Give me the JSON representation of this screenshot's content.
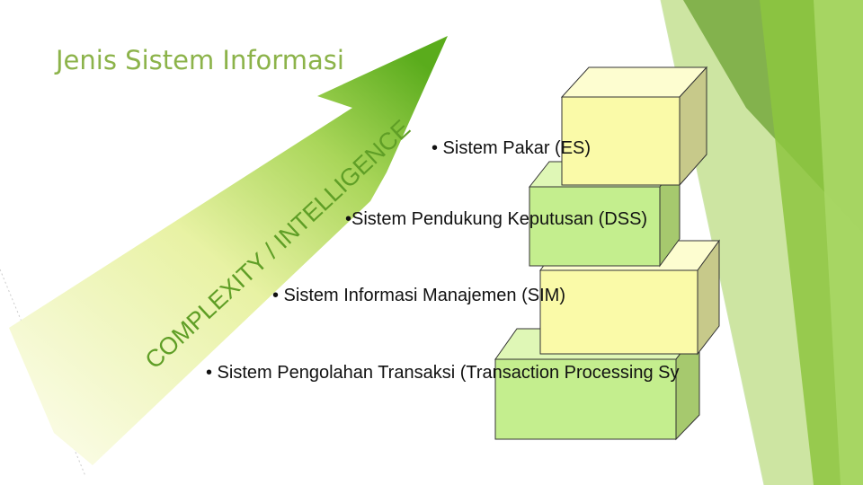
{
  "slide": {
    "title": "Jenis Sistem Informasi",
    "arrow_label": "COMPLEXITY / INTELLIGENCE",
    "bullets": [
      "• Sistem Pakar (ES)",
      "•Sistem Pendukung Keputusan (DSS)",
      "• Sistem Informasi Manajemen (SIM)",
      "• Sistem Pengolahan Transaksi (Transaction Processing Sy"
    ],
    "colors": {
      "title": "#8cb34a",
      "arrow_dark": "#5fae1e",
      "arrow_light": "#f4f8cc",
      "box_yellow": "#fafaa8",
      "box_green": "#c4ee8e",
      "box_side": "#a6c96e",
      "corner_green": "#7fb239"
    }
  }
}
